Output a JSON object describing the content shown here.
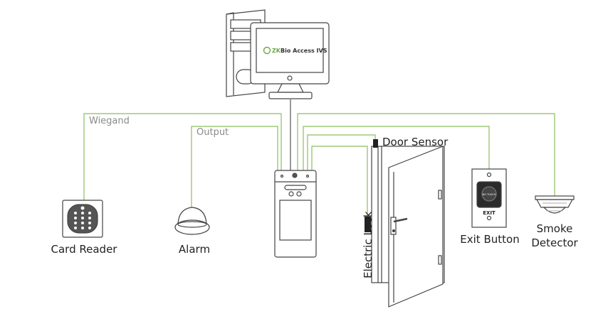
{
  "software": {
    "brand_zk": "ZK",
    "brand_rest": "Bio Access IVS"
  },
  "wires": {
    "wiegand": "Wiegand",
    "output": "Output"
  },
  "devices": {
    "card_reader": "Card Reader",
    "alarm": "Alarm",
    "door_sensor": "Door Sensor",
    "electric_lock": "Electric Lock",
    "exit_button": "Exit Button",
    "exit_text": "EXIT",
    "exit_face_text": "NO TOUCH",
    "smoke_line1": "Smoke",
    "smoke_line2": "Detector"
  },
  "colors": {
    "wire": "#8bbd5e",
    "outline": "#444444",
    "lan": "#555555"
  }
}
